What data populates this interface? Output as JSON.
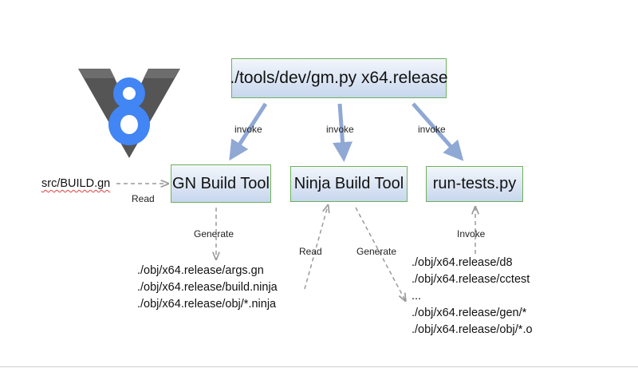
{
  "logo_text": "V8",
  "boxes": {
    "gm": "./tools/dev/gm.py x64.release",
    "gn": "GN Build Tool",
    "ninja": "Ninja Build Tool",
    "run_tests": "run-tests.py"
  },
  "labels": {
    "invoke_gn": "invoke",
    "invoke_ninja": "invoke",
    "invoke_rt": "invoke",
    "read_build": "Read",
    "generate_gn": "Generate",
    "read_ninja": "Read",
    "generate_ninja": "Generate",
    "invoke_outputs": "Invoke"
  },
  "src_file": "src/BUILD.gn",
  "gn_outputs": [
    "./obj/x64.release/args.gn",
    "./obj/x64.release/build.ninja",
    "./obj/x64.release/obj/*.ninja"
  ],
  "ninja_outputs": [
    "./obj/x64.release/d8",
    "./obj/x64.release/cctest",
    "...",
    "./obj/x64.release/gen/*",
    "./obj/x64.release/obj/*.o"
  ],
  "colors": {
    "box_border": "#6fb05a",
    "box_fill": "#d6e2f2",
    "invoke_arrow": "#8fa8d4",
    "dashed_arrow": "#9a9a9a",
    "logo_blue": "#4285f4",
    "logo_gray": "#555555",
    "squiggle": "#e04040"
  }
}
